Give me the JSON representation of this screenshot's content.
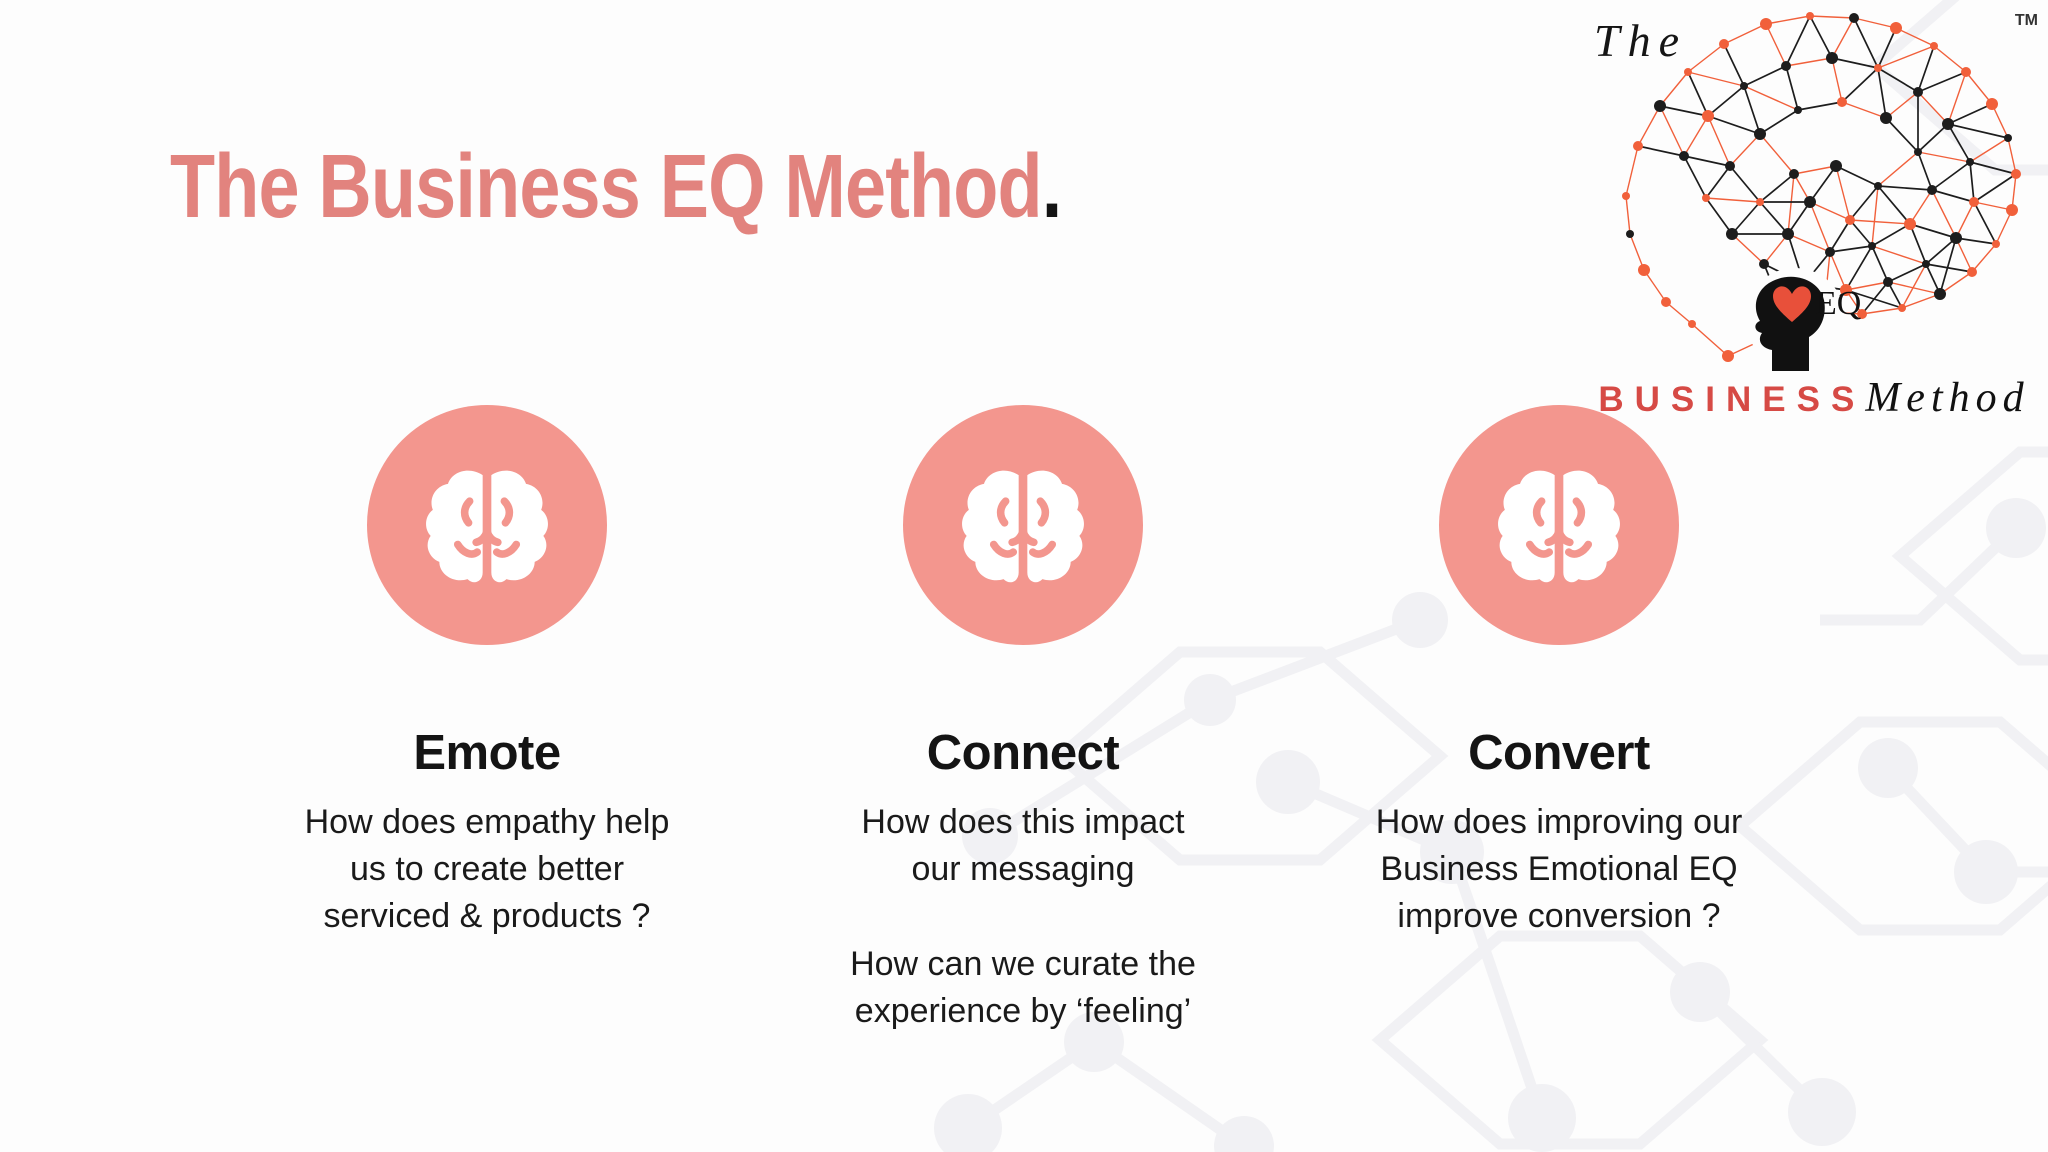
{
  "title": {
    "text": "The Business EQ Method",
    "period": "."
  },
  "logo": {
    "the": "The",
    "tm": "TM",
    "eq": "EQ",
    "business": "BUSINESS",
    "method": "Method",
    "icons": [
      "brain-network-icon",
      "head-with-heart-icon"
    ]
  },
  "columns": [
    {
      "heading": "Emote",
      "icon": "brain-icon",
      "paragraphs": [
        "How does empathy help\nus to create better\nserviced & products ?"
      ]
    },
    {
      "heading": "Connect",
      "icon": "brain-icon",
      "paragraphs": [
        "How does this impact\nour messaging",
        "How can we curate the\nexperience by ‘feeling’"
      ]
    },
    {
      "heading": "Convert",
      "icon": "brain-icon",
      "paragraphs": [
        "How does improving our\nBusiness Emotional EQ\nimprove conversion ?"
      ]
    }
  ],
  "colors": {
    "title_salmon": "#E2837E",
    "circle_pink": "#F3968E",
    "logo_red": "#D64A45",
    "network_orange": "#F1603B",
    "network_black": "#1d1d1d",
    "text": "#141414",
    "watermark_gray": "#f1f1f4"
  }
}
